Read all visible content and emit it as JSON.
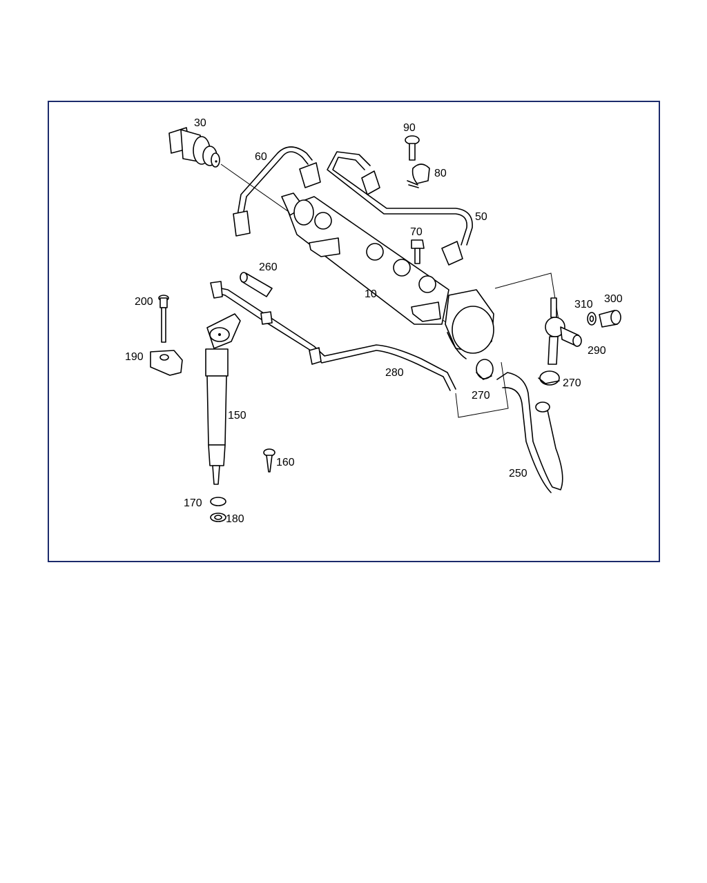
{
  "diagram": {
    "accent_color": "#1b2a6b",
    "callouts": {
      "p10": "10",
      "p30": "30",
      "p50": "50",
      "p60": "60",
      "p70": "70",
      "p80": "80",
      "p90": "90",
      "p150": "150",
      "p160": "160",
      "p170": "170",
      "p180": "180",
      "p190": "190",
      "p200": "200",
      "p250": "250",
      "p260": "260",
      "p270a": "270",
      "p270b": "270",
      "p280": "280",
      "p290": "290",
      "p300": "300",
      "p310": "310"
    }
  }
}
